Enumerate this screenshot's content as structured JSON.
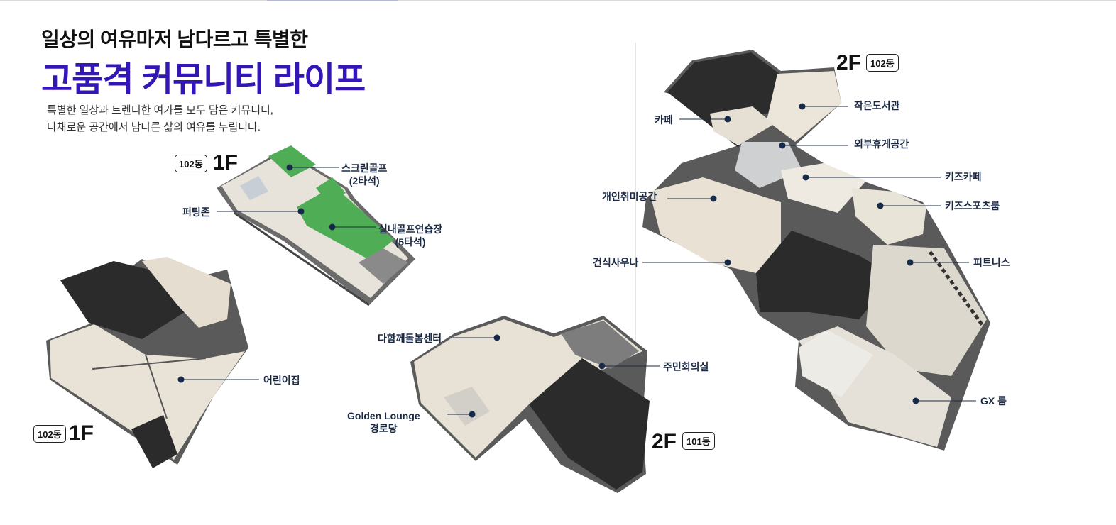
{
  "header": {
    "headline": "일상의 여유마저 남다르고 특별한",
    "title": "고품격 커뮤니티 라이프",
    "description_line1": "특별한 일상과 트렌디한 여가를 모두 담은 커뮤니티,",
    "description_line2": "다채로운 공간에서 남다른 삶의 여유를 누립니다."
  },
  "plans": {
    "golf": {
      "floor": "1F",
      "building": "102동",
      "labels": {
        "screen_golf_l1": "스크린골프",
        "screen_golf_l2": "(2타석)",
        "putting": "퍼팅존",
        "indoor_golf_l1": "실내골프연습장",
        "indoor_golf_l2": "(5타석)"
      }
    },
    "daycare": {
      "floor": "1F",
      "building": "102동",
      "labels": {
        "daycare": "어린이집"
      }
    },
    "senior": {
      "floor": "2F",
      "building": "101동",
      "labels": {
        "care_center": "다함께돌봄센터",
        "resident_room": "주민회의실",
        "lounge_l1": "Golden Lounge",
        "lounge_l2": "경로당"
      }
    },
    "fitness": {
      "floor": "2F",
      "building": "102동",
      "labels": {
        "library": "작은도서관",
        "cafe": "카페",
        "outdoor_rest": "외부휴게공간",
        "kids_cafe": "키즈카페",
        "hobby": "개인취미공간",
        "kids_sports": "키즈스포츠룸",
        "sauna": "건식사우나",
        "fitness": "피트니스",
        "gx": "GX 룸"
      }
    }
  },
  "colors": {
    "accent": "#3415b5",
    "dark_block": "#2b2b2b",
    "floor": "#e9e3d8",
    "golf_green": "#4caf50",
    "wall": "#555555",
    "marker": "#152a4a"
  }
}
